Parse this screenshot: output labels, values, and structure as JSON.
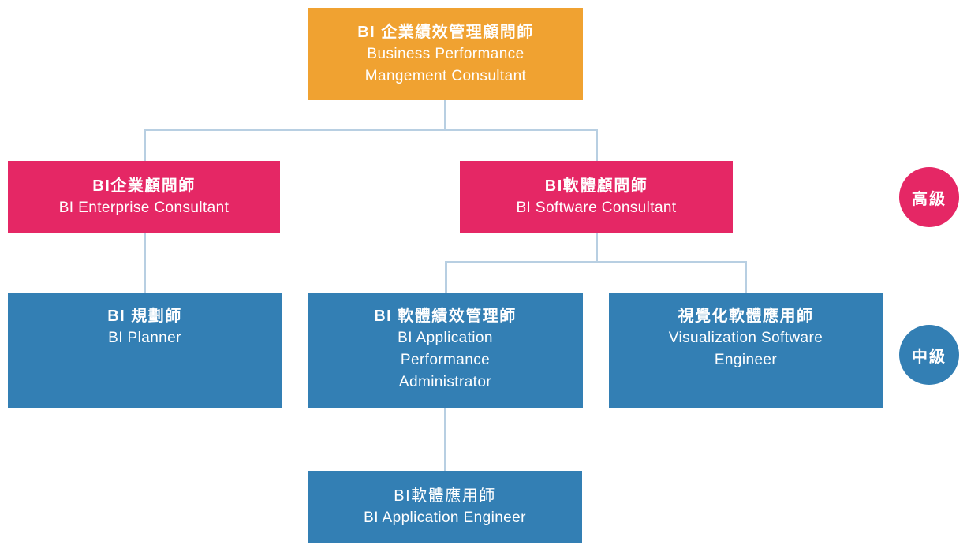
{
  "diagram": {
    "description_colors": {
      "root_level": "#F0A231",
      "advanced_level": "#E52765",
      "intermediate_level": "#337FB4",
      "connector": "#B8CFE2",
      "node_text": "#FFFFFF",
      "background": "#FFFFFF"
    },
    "nodes": [
      {
        "id": "bpm-consultant",
        "level": "root",
        "title_zh": "BI 企業績效管理顧問師",
        "title_en_lines": [
          "Business Performance",
          "Mangement Consultant"
        ]
      },
      {
        "id": "bi-enterprise-consultant",
        "level": "advanced",
        "title_zh": "BI企業顧問師",
        "title_en_lines": [
          "BI Enterprise Consultant"
        ]
      },
      {
        "id": "bi-software-consultant",
        "level": "advanced",
        "title_zh": "BI軟體顧問師",
        "title_en_lines": [
          "BI Software Consultant"
        ]
      },
      {
        "id": "bi-planner",
        "level": "intermediate",
        "title_zh": "BI 規劃師",
        "title_en_lines": [
          "BI Planner"
        ]
      },
      {
        "id": "bi-application-performance-administrator",
        "level": "intermediate",
        "title_zh": "BI 軟體績效管理師",
        "title_en_lines": [
          "BI Application",
          "Performance",
          "Administrator"
        ]
      },
      {
        "id": "visualization-software-engineer",
        "level": "intermediate",
        "title_zh": "視覺化軟體應用師",
        "title_en_lines": [
          "Visualization Software",
          "Engineer"
        ]
      },
      {
        "id": "bi-application-engineer",
        "level": "intermediate",
        "title_zh": "BI軟體應用師",
        "title_en_lines": [
          "BI Application Engineer"
        ]
      }
    ],
    "badges": [
      {
        "id": "advanced",
        "label": "高級",
        "color": "#E52765"
      },
      {
        "id": "intermediate",
        "label": "中級",
        "color": "#337FB4"
      }
    ],
    "edges": [
      {
        "from": "bpm-consultant",
        "to": "bi-enterprise-consultant"
      },
      {
        "from": "bpm-consultant",
        "to": "bi-software-consultant"
      },
      {
        "from": "bi-enterprise-consultant",
        "to": "bi-planner"
      },
      {
        "from": "bi-software-consultant",
        "to": "bi-application-performance-administrator"
      },
      {
        "from": "bi-software-consultant",
        "to": "visualization-software-engineer"
      },
      {
        "from": "bi-application-performance-administrator",
        "to": "bi-application-engineer"
      }
    ]
  }
}
